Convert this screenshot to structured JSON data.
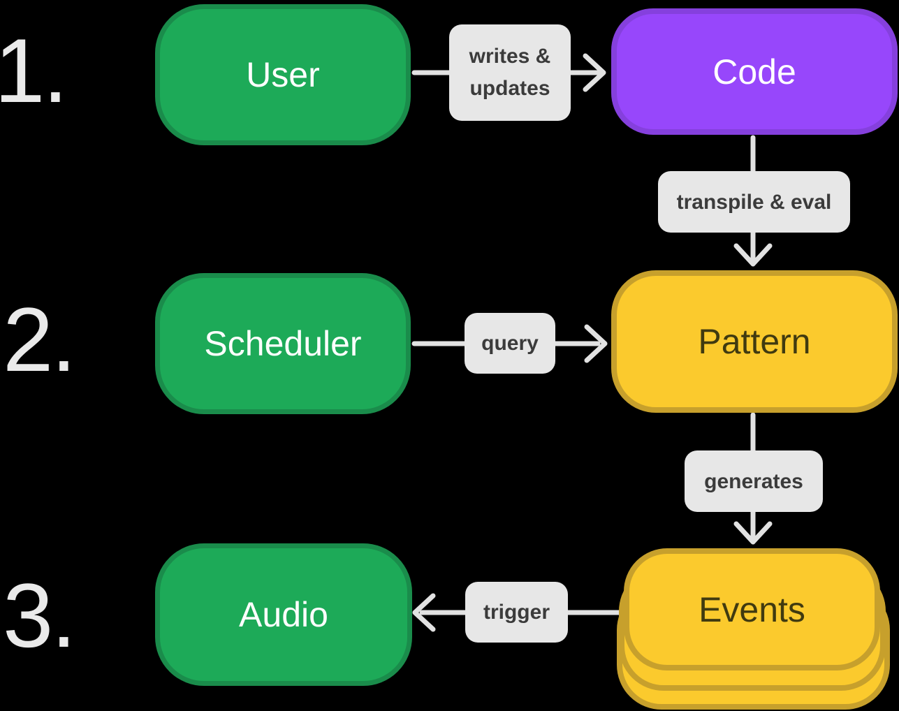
{
  "steps": [
    {
      "number": "1."
    },
    {
      "number": "2."
    },
    {
      "number": "3."
    }
  ],
  "nodes": {
    "user": {
      "label": "User",
      "color": "#1daa58"
    },
    "code": {
      "label": "Code",
      "color": "#9747fb"
    },
    "scheduler": {
      "label": "Scheduler",
      "color": "#1daa58"
    },
    "pattern": {
      "label": "Pattern",
      "color": "#fbca2d"
    },
    "audio": {
      "label": "Audio",
      "color": "#1daa58"
    },
    "events": {
      "label": "Events",
      "color": "#fbca2d",
      "stacked": true
    }
  },
  "edges": {
    "writes_updates": {
      "line1": "writes &",
      "line2": "updates",
      "from": "User",
      "to": "Code"
    },
    "transpile_eval": {
      "label": "transpile & eval",
      "from": "Code",
      "to": "Pattern"
    },
    "query": {
      "label": "query",
      "from": "Scheduler",
      "to": "Pattern"
    },
    "generates": {
      "label": "generates",
      "from": "Pattern",
      "to": "Events"
    },
    "trigger": {
      "label": "trigger",
      "from": "Events",
      "to": "Audio"
    }
  },
  "colors": {
    "background": "#000000",
    "green_fill": "#1daa58",
    "green_border": "#1a8c4b",
    "purple_fill": "#9747fb",
    "purple_border": "#8540dd",
    "yellow_fill": "#fbca2d",
    "yellow_border": "#c7a02c",
    "label_bg": "#e7e7e7",
    "label_text": "#3b3b3b",
    "arrow": "#e2e2e2",
    "step_number": "#eaeaea"
  }
}
